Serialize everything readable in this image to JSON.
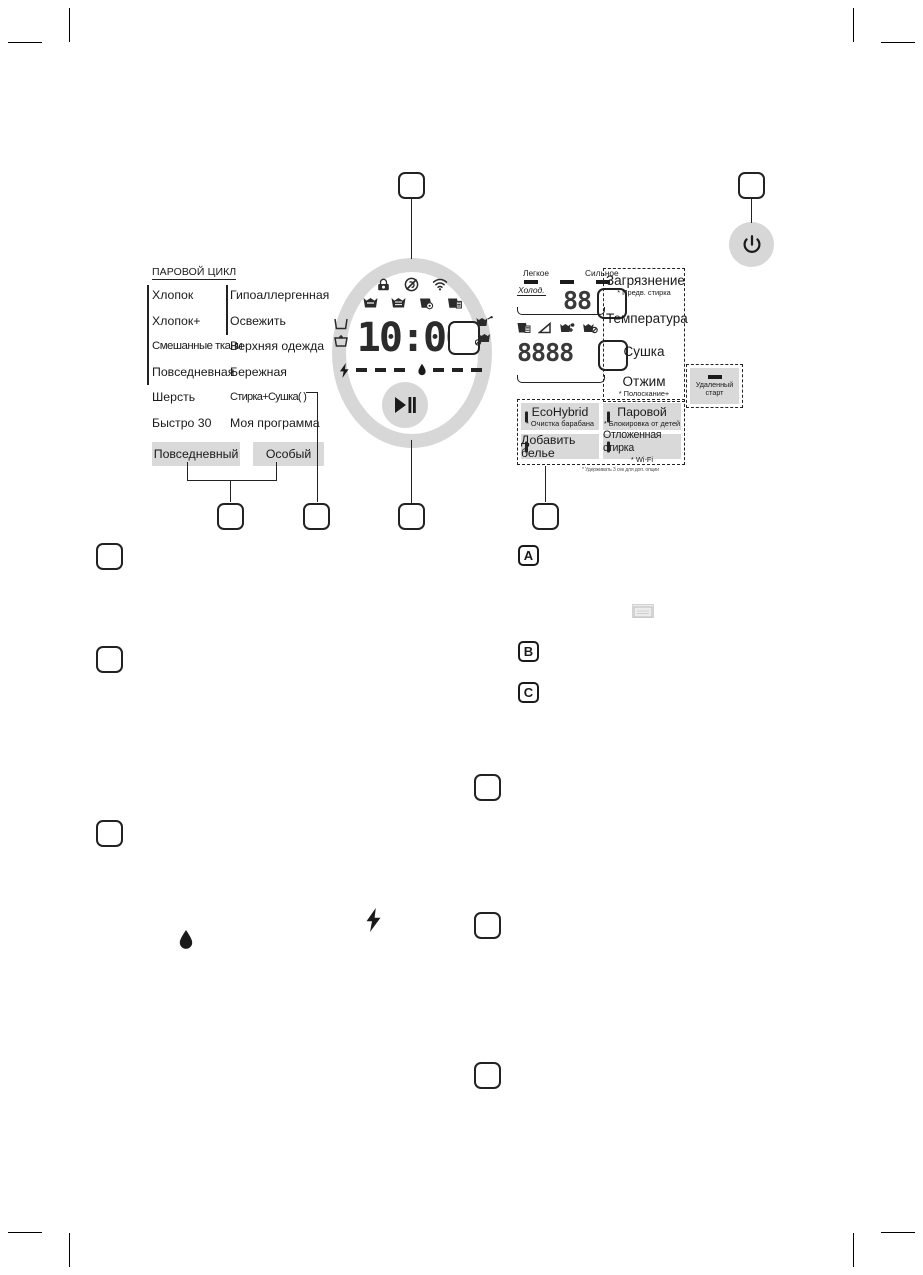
{
  "document": {
    "kind": "appliance-control-panel-diagram",
    "language": "ru"
  },
  "course_panel": {
    "steam_header": "ПАРОВОЙ ЦИКЛ",
    "columns": [
      {
        "items": [
          "Хлопок",
          "Хлопок+",
          "Смешанные ткани",
          "Повседневная",
          "Шерсть",
          "Быстро 30"
        ]
      },
      {
        "items": [
          "Гипоаллергенная",
          "Освежить",
          "Верхняя одежда",
          "Бережная",
          "Стирка+Сушка(  )",
          "Моя программа"
        ]
      }
    ],
    "category_buttons": [
      {
        "label": "Повседневный"
      },
      {
        "label": "Особый"
      }
    ]
  },
  "display": {
    "status_icons": [
      "child-lock-icon",
      "no-spin-icon",
      "wifi-icon"
    ],
    "care_icons": [
      "garment-icon-1",
      "garment-icon-2",
      "garment-care-icon-3",
      "garment-care-icon-4"
    ],
    "side_icons": [
      "wash-basin-icon",
      "wash-basin-plus-icon"
    ],
    "right_icons": [
      "laundry-add-icon",
      "laundry-block-icon"
    ],
    "time_value": "10:00",
    "level_rows": [
      {
        "icon": "lightning-icon",
        "dashes": 3
      },
      {
        "icon": "water-drop-icon",
        "dashes": 3
      }
    ],
    "start_pause_icon": "play-pause-icon"
  },
  "options_panel": {
    "soil_scale": {
      "min_label": "Легкое",
      "max_label": "Сильное",
      "segments": 3
    },
    "temperature_row": {
      "cold_label": "Холод.",
      "segments": "88"
    },
    "dry_icons": [
      "dry-icon-1",
      "dry-icon-2",
      "dry-icon-3",
      "dry-icon-4"
    ],
    "spin_row": {
      "segments": "8888"
    },
    "labels": [
      {
        "title": "Загрязнение",
        "sub": "* Предв. стирка"
      },
      {
        "title": "Температура",
        "sub": ""
      },
      {
        "title": "Сушка",
        "sub": ""
      },
      {
        "title": "Отжим",
        "sub": "* Полоскание+"
      }
    ],
    "remote_start": {
      "label": "Удаленный\nстарт",
      "prefix": "*"
    },
    "option_buttons": [
      {
        "title": "EcoHybrid",
        "sub": "* Очистка барабана"
      },
      {
        "title": "Паровой",
        "sub": "* Блокировка от детей"
      },
      {
        "title": "Добавить белье",
        "sub": ""
      },
      {
        "title": "Отложенная стирка",
        "sub": "* Wi-Fi"
      }
    ],
    "footnote": "* Удерживать 3 сек для доп. опции"
  },
  "power_button": {
    "icon": "power-icon"
  },
  "callouts": {
    "numbered": [
      "",
      "",
      "",
      "",
      "",
      "",
      "",
      "",
      "",
      "",
      "",
      ""
    ],
    "lettered": [
      "A",
      "B",
      "C"
    ],
    "badge_icon": "display-badge-icon"
  }
}
